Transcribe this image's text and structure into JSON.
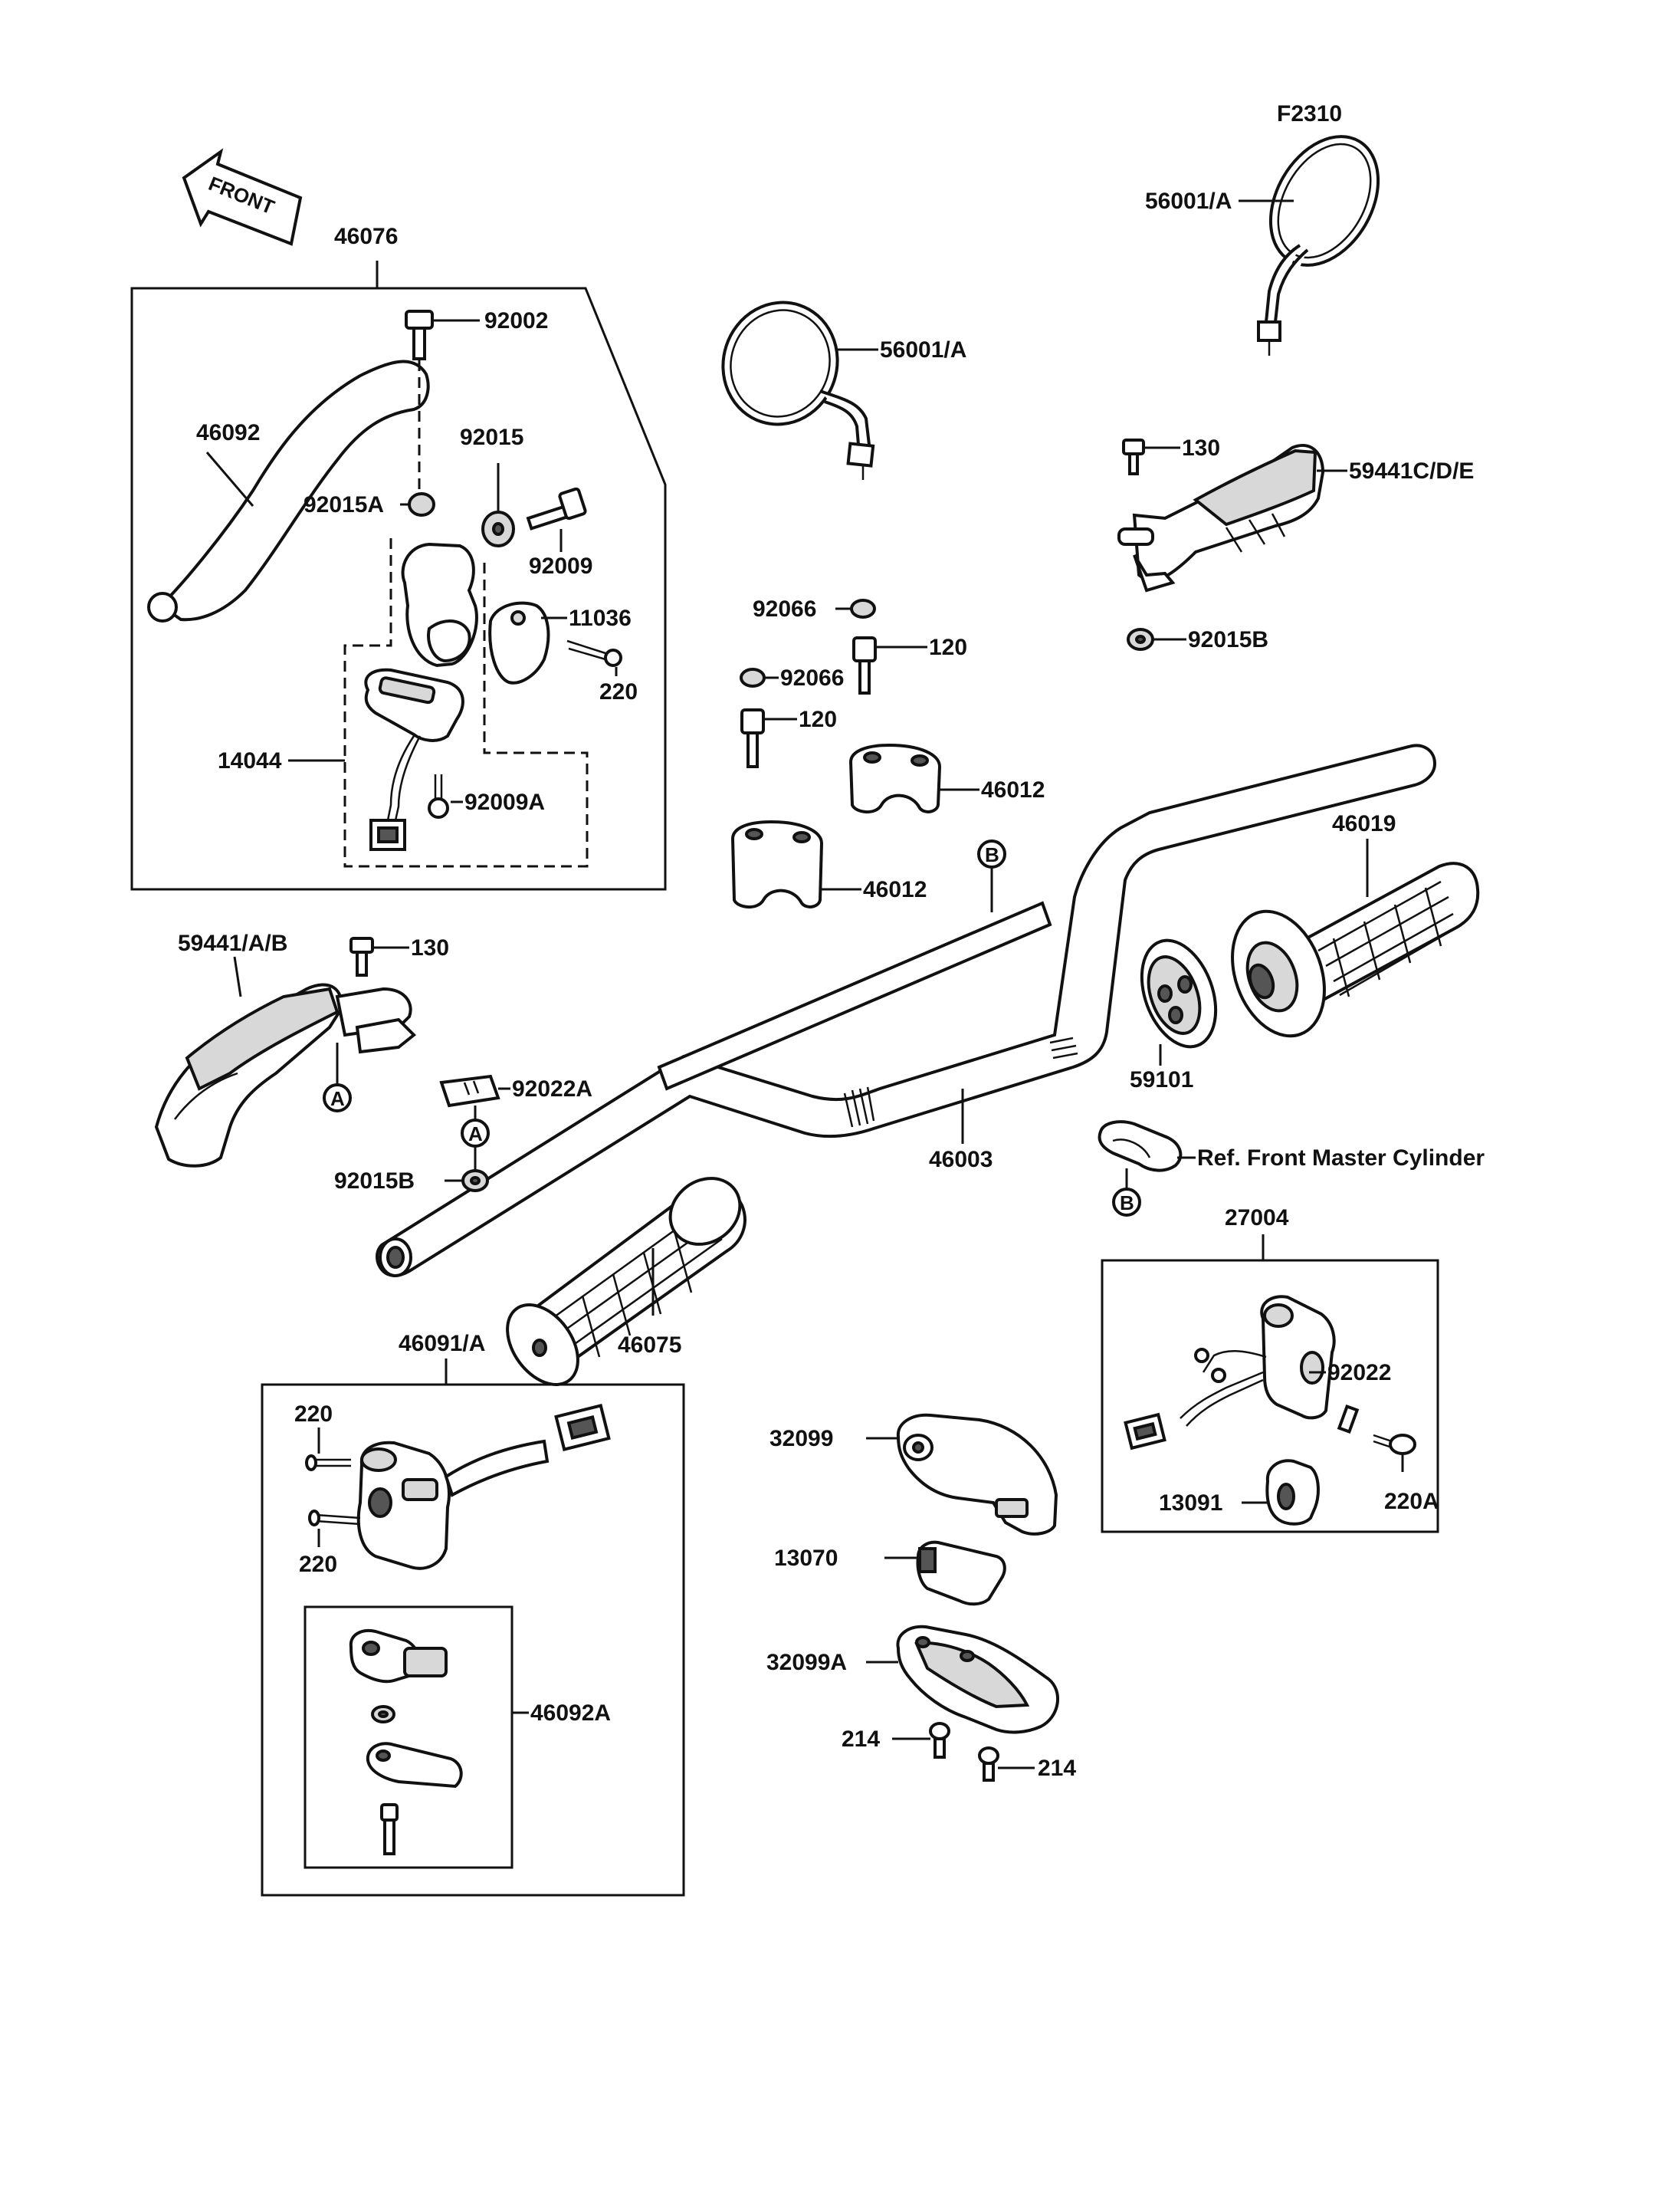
{
  "figure_code": "F2310",
  "front_arrow_label": "FRONT",
  "callouts": {
    "a_upper": "A",
    "a_lower": "A",
    "b_handlebar": "B",
    "b_clamp": "B"
  },
  "labels": {
    "l_46076": "46076",
    "l_92002": "92002",
    "l_46092": "46092",
    "l_92015": "92015",
    "l_92015A": "92015A",
    "l_92009": "92009",
    "l_11036": "11036",
    "l_220_lever": "220",
    "l_14044": "14044",
    "l_92009A": "92009A",
    "l_56001A_left": "56001/A",
    "l_56001A_right": "56001/A",
    "l_130_right": "130",
    "l_59441CDE": "59441C/D/E",
    "l_92015B_right": "92015B",
    "l_92066_top": "92066",
    "l_120_top": "120",
    "l_92066_bottom": "92066",
    "l_120_bottom": "120",
    "l_46012_top": "46012",
    "l_46012_bottom": "46012",
    "l_46019": "46019",
    "l_59101": "59101",
    "l_46003": "46003",
    "l_ref_master": "Ref. Front Master Cylinder",
    "l_59441AB": "59441/A/B",
    "l_130_left": "130",
    "l_92022A": "92022A",
    "l_92015B_left": "92015B",
    "l_46075": "46075",
    "l_27004": "27004",
    "l_92022": "92022",
    "l_13091": "13091",
    "l_220A": "220A",
    "l_46091A": "46091/A",
    "l_220_sw_top": "220",
    "l_220_sw_bottom": "220",
    "l_46092A": "46092A",
    "l_32099": "32099",
    "l_13070": "13070",
    "l_32099A": "32099A",
    "l_214_left": "214",
    "l_214_right": "214"
  }
}
